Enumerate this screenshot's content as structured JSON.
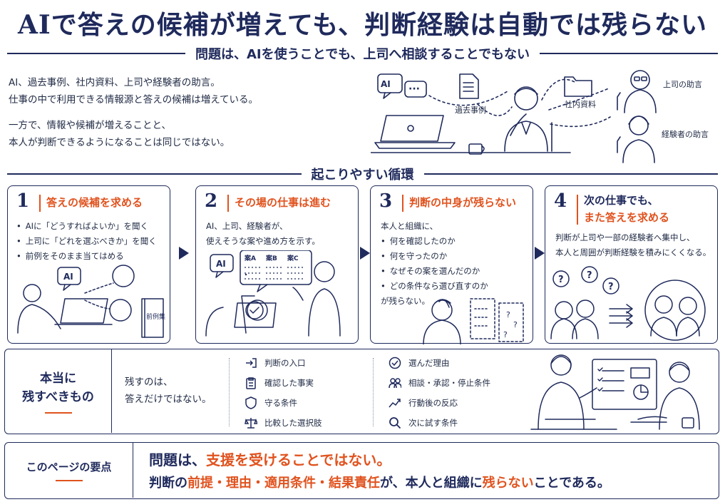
{
  "title": "AIで答えの候補が増えても、判断経験は自動では残らない",
  "subtitle": "問題は、AIを使うことでも、上司へ相談することでもない",
  "intro": {
    "p1_line1": "AI、過去事例、社内資料、上司や経験者の助言。",
    "p1_line2": "仕事の中で利用できる情報源と答えの候補は増えている。",
    "p2_line1": "一方で、情報や候補が増えることと、",
    "p2_line2": "本人が判断できるようになることは同じではない。"
  },
  "scene": {
    "ai": "AI",
    "past_cases": "過去事例",
    "internal_docs": "社内資料",
    "boss_advice": "上司の助言",
    "expert_advice": "経験者の助言"
  },
  "loop_title": "起こりやすい循環",
  "cards": [
    {
      "num": "1",
      "title": "答えの候補を求める",
      "items": [
        "AIに「どうすればよいか」を聞く",
        "上司に「どれを選ぶべきか」を聞く",
        "前例をそのまま当てはめる"
      ],
      "ai": "AI",
      "book": "前例集"
    },
    {
      "num": "2",
      "title": "その場の仕事は進む",
      "body_line1": "AI、上司、経験者が、",
      "body_line2": "使えそうな案や進め方を示す。",
      "ai": "AI",
      "plan_a": "案A",
      "plan_b": "案B",
      "plan_c": "案C"
    },
    {
      "num": "3",
      "title": "判断の中身が残らない",
      "intro": "本人と組織に、",
      "items": [
        "何を確認したのか",
        "何を守ったのか",
        "なぜその案を選んだのか",
        "どの条件なら選び直すのか"
      ],
      "outro": "が残らない。"
    },
    {
      "num": "4",
      "title_line1": "次の仕事でも、",
      "title_line2": "また答えを求める",
      "body_line1": "判断が上司や一部の経験者へ集中し、",
      "body_line2": "本人と周囲が判断経験を積みにくくなる。"
    }
  ],
  "keep": {
    "label_line1": "本当に",
    "label_line2": "残すべきもの",
    "lead_line1": "残すのは、",
    "lead_line2": "答えだけではない。",
    "left_items": [
      "判断の入口",
      "確認した事実",
      "守る条件",
      "比較した選択肢"
    ],
    "right_items": [
      "選んだ理由",
      "相談・承認・停止条件",
      "行動後の反応",
      "次に試す条件"
    ]
  },
  "summary": {
    "label": "このページの要点",
    "line1_a": "問題は、",
    "line1_b": "支援を受けることではない。",
    "line2_a": "判断の",
    "line2_b": "前提・理由・適用条件・結果責任",
    "line2_c": "が、本人と組織に",
    "line2_d": "残らない",
    "line2_e": "ことである。"
  },
  "colors": {
    "navy": "#1f2a5c",
    "orange": "#e0531f"
  }
}
